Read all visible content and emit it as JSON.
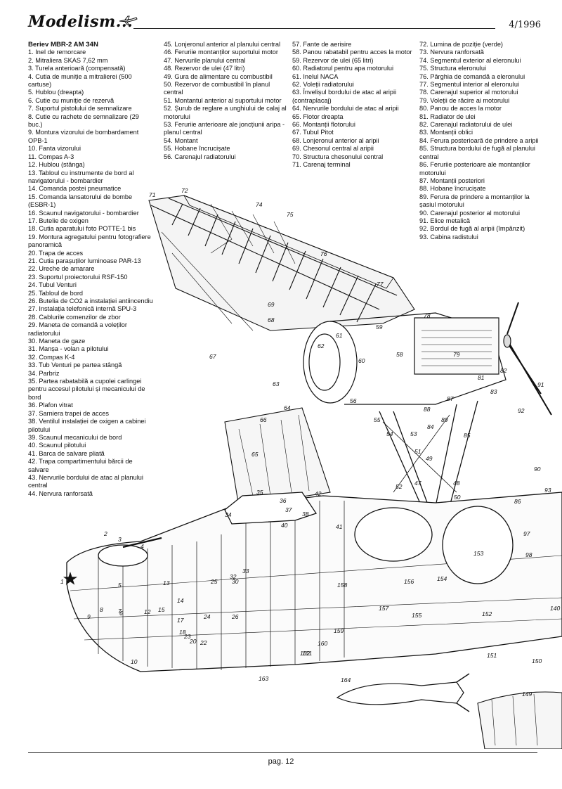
{
  "header": {
    "logo": "Modelism...",
    "issue": "4/1996"
  },
  "legend": {
    "title": "Beriev MBR-2 AM 34N",
    "col1": [
      "1. Inel de remorcare",
      "2. Mitraliera SKAS 7,62 mm",
      "3. Turela anterioară (compensată)",
      "4. Cutia de muniție a mitralierei (500 cartuse)",
      "5. Hublou (dreapta)",
      "6. Cutie cu muniție de rezervă",
      "7. Suportul pistolului de semnalizare",
      "8. Cutie cu rachete de semnalizare (29 buc.)",
      "9. Montura vizorului de bombardament OPB-1",
      "10. Fanta vizorului",
      "11. Compas A-3",
      "12. Hublou (stânga)",
      "13. Tabloul cu instrumente de bord al navigatorului - bombardier",
      "14. Comanda postei pneumatice",
      "15. Comanda lansatorului de bombe (ESBR-1)",
      "16. Scaunul navigatorului - bombardier",
      "17. Butelie de oxigen",
      "18. Cutia aparatului foto POTTE-1 bis",
      "19. Montura agregatului pentru fotografiere panoramică",
      "20. Trapa de acces",
      "21. Cutia parașuților luminoase PAR-13",
      "22. Ureche de amarare",
      "23. Suportul proiectorului RSF-150",
      "24. Tubul Venturi",
      "25. Tabloul de bord",
      "26. Butelia de CO2 a instalației antiincendiu",
      "27. Instalația telefonică internă SPU-3",
      "28. Cablurile comenzilor de zbor",
      "29. Maneta de comandă a voleților radiatorului",
      "30. Maneta de gaze",
      "31. Manșa - volan a pilotului",
      "32. Compas K-4",
      "33. Tub Venturi pe partea stângă",
      "34. Parbriz",
      "35. Partea rabatabilă a cupolei carlingei pentru accesul pilotului și mecanicului de bord",
      "36. Plafon vitrat",
      "37. Sarniera trapei de acces",
      "38. Ventilul instalației de oxigen a cabinei pilotului",
      "39. Scaunul mecanicului de bord",
      "40. Scaunul pilotului",
      "41. Barca de salvare pliată",
      "42. Trapa compartimentului bărcii de salvare",
      "43. Nervurile bordului de atac al planului central",
      "44. Nervura ranforsată"
    ],
    "col2": [
      "45. Lonjeronul anterior al planului central",
      "46. Feruriie montanților suportului motor",
      "47. Nervurile planului central",
      "48. Rezervor de ulei (47 litri)",
      "49. Gura de alimentare cu combustibil",
      "50. Rezervor de combustibil în planul central",
      "51. Montantul anterior al suportului motor",
      "52. Șurub de reglare a unghiului de calaj al motorului",
      "53. Feruriie anterioare ale joncțiunii aripa - planul central",
      "54. Montant",
      "55. Hobane încrucișate",
      "56. Carenajul radiatorului"
    ],
    "col3": [
      "57. Fante de aerisire",
      "58. Panou rabatabil pentru acces la motor",
      "59. Rezervor de ulei (65 litri)",
      "60. Radiatorul pentru apa motorului",
      "61. Inelul NACA",
      "62. Voleții radiatorului",
      "63. Învelișul bordului de atac al aripii (contraplacaj)",
      "64. Nervurile bordului de atac al aripii",
      "65. Flotor dreapta",
      "66. Montanții flotorului",
      "67. Tubul Pitot",
      "68. Lonjeronul anterior al aripii",
      "69. Chesonul central al aripii",
      "70. Structura chesonului central",
      "71. Carenaj terminal"
    ],
    "col4": [
      "72. Lumina de poziție (verde)",
      "73. Nervura ranforsată",
      "74. Segmentul exterior al eleronului",
      "75. Structura eleronului",
      "76. Pârghia de comandă a eleronului",
      "77. Segmentul interior al eleronului",
      "78. Carenajul superior al motorului",
      "79. Voleții de răcire ai motorului",
      "80. Panou de acces la motor",
      "81. Radiator de ulei",
      "82. Carenajul radiatorului de ulei",
      "83. Montanții oblici",
      "84. Ferura posterioară de prindere a aripii",
      "85. Structura bordului de fugă al planului central",
      "86. Feruriie posterioare ale montanților motorului",
      "87. Montanții posteriori",
      "88. Hobane încrucișate",
      "89. Ferura de prindere a montanților la șasiul motorului",
      "90. Carenajul posterior al motorului",
      "91. Elice metalică",
      "92. Bordul de fugă al aripii (împânzit)",
      "93. Cabina radistului"
    ]
  },
  "callouts": [
    "1",
    "2",
    "3",
    "4",
    "5",
    "6",
    "7",
    "8",
    "9",
    "10",
    "12",
    "13",
    "14",
    "15",
    "17",
    "18",
    "20",
    "22",
    "23",
    "24",
    "25",
    "26",
    "30",
    "32",
    "33",
    "34",
    "35",
    "36",
    "37",
    "38",
    "40",
    "41",
    "42",
    "47",
    "48",
    "49",
    "50",
    "51",
    "52",
    "53",
    "54",
    "55",
    "56",
    "58",
    "59",
    "60",
    "61",
    "62",
    "63",
    "64",
    "65",
    "66",
    "67",
    "68",
    "69",
    "71",
    "72",
    "74",
    "75",
    "76",
    "77",
    "78",
    "79",
    "81",
    "82",
    "83",
    "84",
    "85",
    "86",
    "87",
    "88",
    "89",
    "90",
    "91",
    "92",
    "93",
    "97",
    "98",
    "140",
    "149",
    "150",
    "151",
    "152",
    "153",
    "154",
    "155",
    "156",
    "157",
    "158",
    "159",
    "160",
    "161",
    "162",
    "163",
    "164"
  ],
  "footer": {
    "page": "pag. 12"
  }
}
